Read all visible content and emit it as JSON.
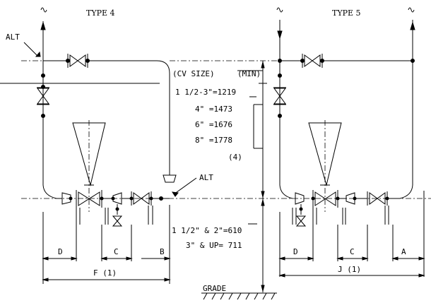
{
  "type4": {
    "title": "TYPE 4",
    "alt_label_top": "ALT",
    "alt_label_right": "ALT"
  },
  "type5": {
    "title": "TYPE 5"
  },
  "cv_table": {
    "header_left": "(CV SIZE)",
    "header_right": "(MIN)",
    "rows": [
      "1 1/2-3\"=1219",
      "4\"  =1473",
      "6\"  =1676",
      "8\"  =1778"
    ],
    "note": "(4)"
  },
  "height_table": {
    "rows": [
      "1 1/2\" & 2\"=610",
      "3\" & UP= 711"
    ]
  },
  "dimensions": {
    "d_left": "D",
    "c_left": "C",
    "b": "B",
    "f": "F (1)",
    "d_right": "D",
    "c_right": "C",
    "a": "A",
    "j": "J (1)"
  },
  "grade": "GRADE"
}
